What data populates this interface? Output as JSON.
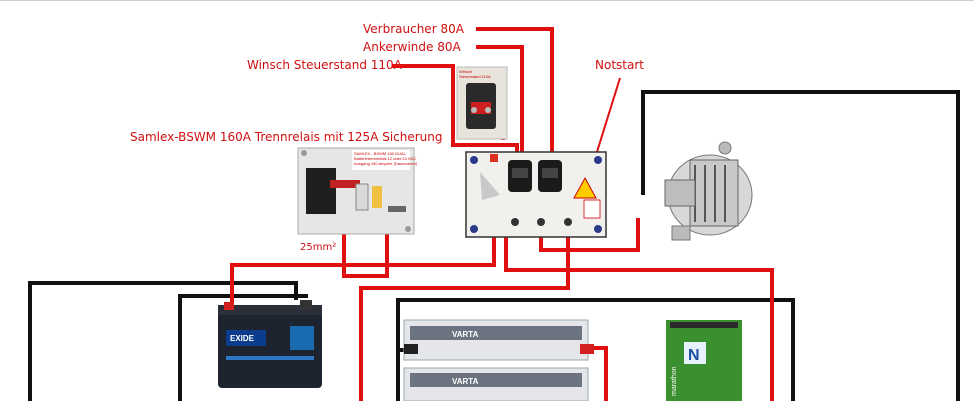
{
  "labels": {
    "verbraucher": "Verbraucher 80A",
    "ankerwinde": "Ankerwinde 80A",
    "winsch": "Winsch Steuerstand 110A",
    "notstart": "Notstart",
    "samlex": "Samlex-BSWM 160A Trennrelais mit 125A Sicherung",
    "cable": "25mm²"
  },
  "device_text": {
    "samlex_label_line1": "SAMLEX - BSWM 160 DUAL",
    "samlex_label_line2": "Batterietrennrelais 12 oder 24 VDC",
    "samlex_label_line3": "Ausgang 160 Ampere (Dauerstrom)",
    "winsch_label_line1": "Winsch",
    "winsch_label_line2": "Steuerstand 110A",
    "battery_brand_starter": "EXIDE",
    "battery_brand_service": "VARTA",
    "battery_brand_third": "marathon",
    "battery_badge": "N"
  },
  "colors": {
    "wire_positive": "#e01010",
    "wire_negative": "#111111",
    "label_text": "#d01010"
  }
}
